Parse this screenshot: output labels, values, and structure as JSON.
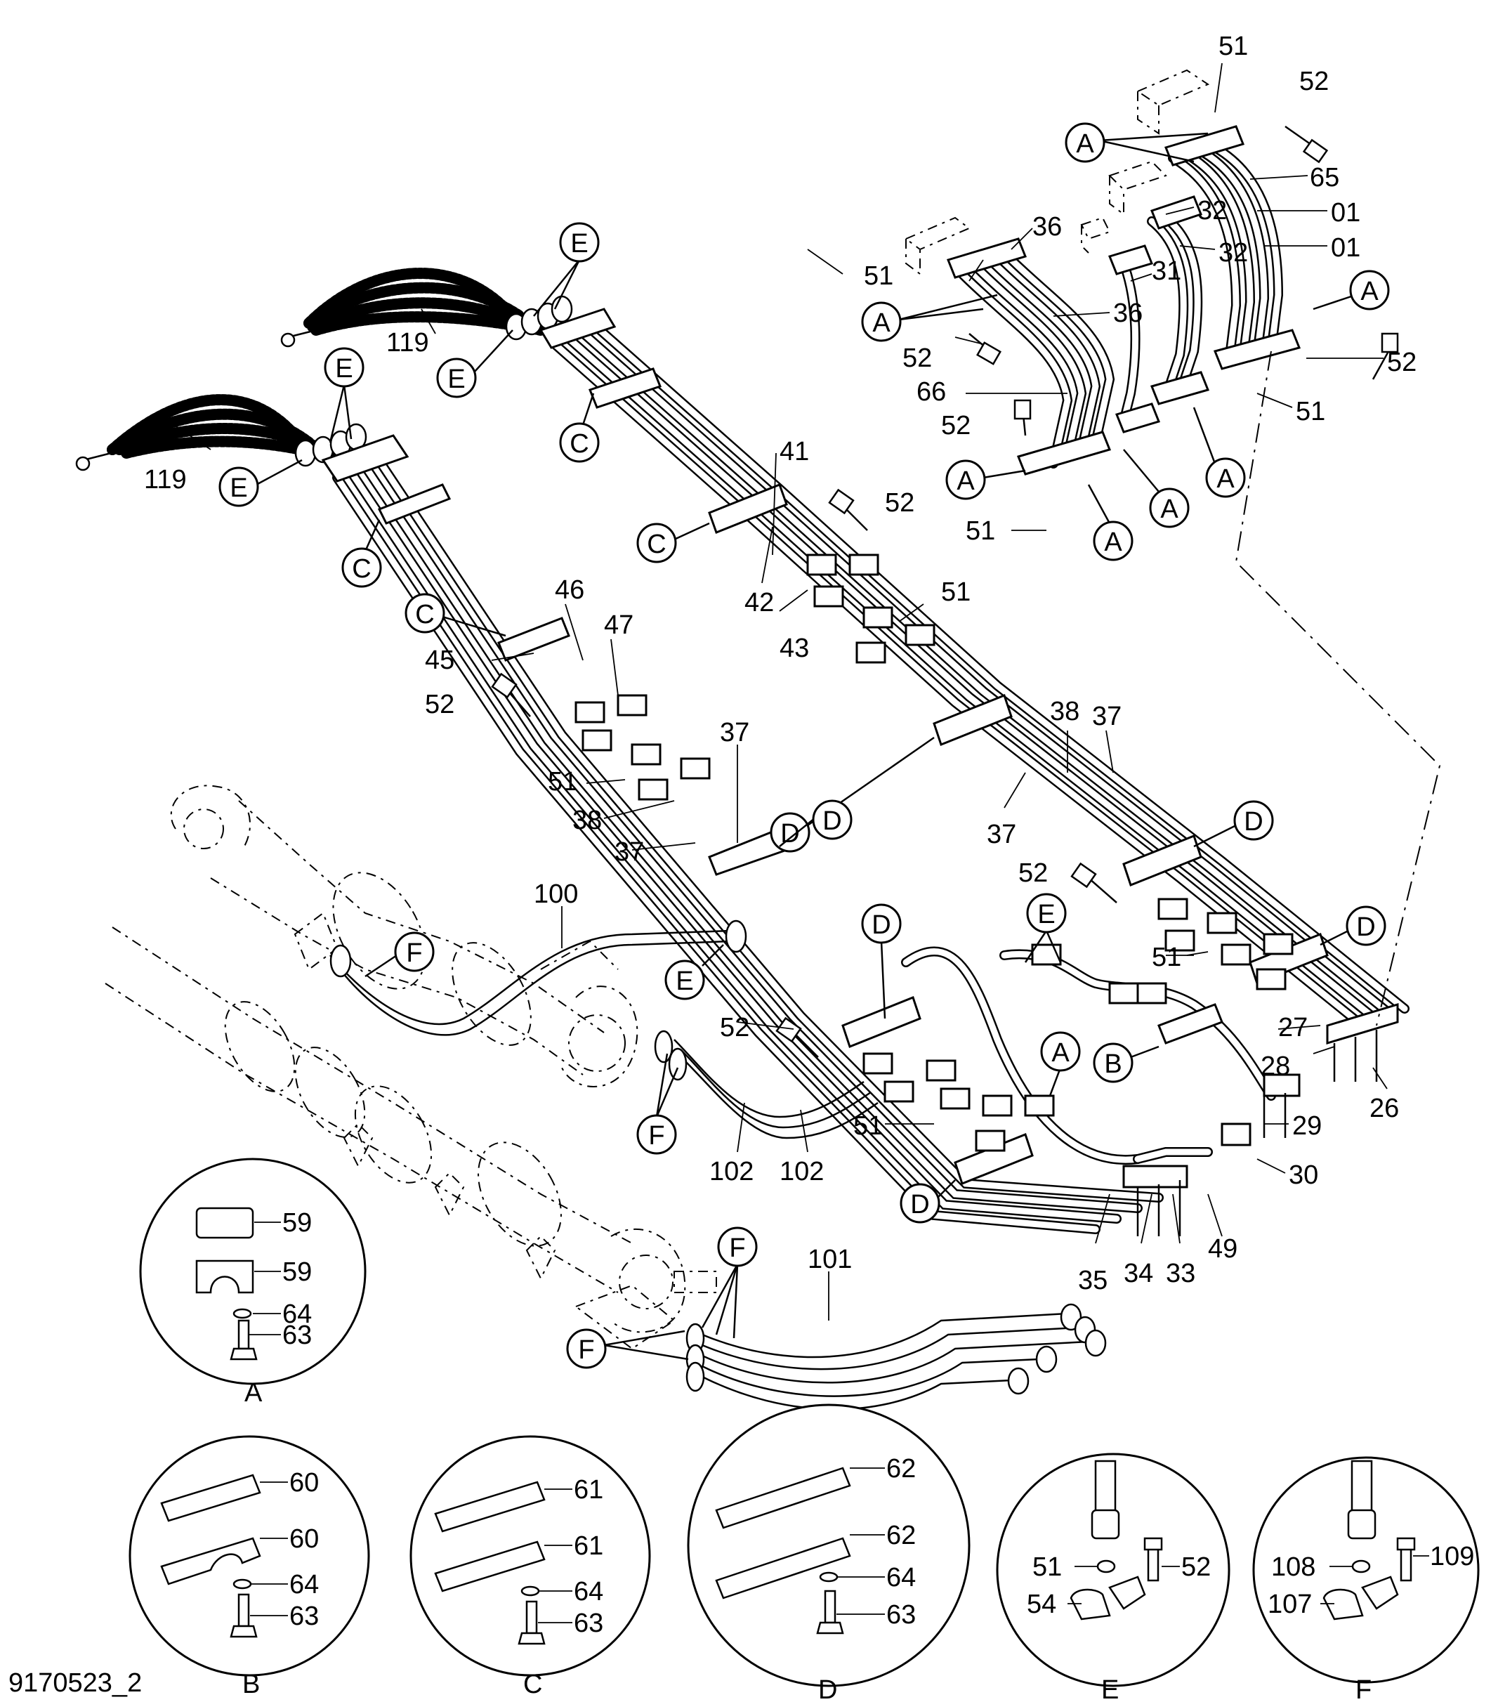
{
  "drawing_id": "9170523_2",
  "part_labels": {
    "p51a": "51",
    "p52a": "52",
    "p65": "65",
    "p01a": "01",
    "p01b": "01",
    "p32a": "32",
    "p32b": "32",
    "p36a": "36",
    "p36b": "36",
    "p31": "31",
    "p51b": "51",
    "p52b": "52",
    "p66": "66",
    "p52c": "52",
    "p52d": "52",
    "p51c": "51",
    "p51d": "51",
    "p119a": "119",
    "p119b": "119",
    "p41": "41",
    "p42": "42",
    "p43": "43",
    "p52e": "52",
    "p51e": "51",
    "p46": "46",
    "p47": "47",
    "p45": "45",
    "p52f": "52",
    "p51f": "51",
    "p37a": "37",
    "p38a": "38",
    "p37b": "37",
    "p38b": "38",
    "p37c": "37",
    "p37d": "37",
    "p52g": "52",
    "p51g": "51",
    "p100": "100",
    "p52h": "52",
    "p102a": "102",
    "p102b": "102",
    "p51h": "51",
    "p27": "27",
    "p28": "28",
    "p26": "26",
    "p29": "29",
    "p30": "30",
    "p49": "49",
    "p35": "35",
    "p34": "34",
    "p33": "33",
    "p101": "101"
  },
  "callouts": {
    "A": "A",
    "B": "B",
    "C": "C",
    "D": "D",
    "E": "E",
    "F": "F"
  },
  "details": {
    "A": {
      "caption": "A",
      "top": "59",
      "mid": "59",
      "washer": "64",
      "bolt": "63"
    },
    "B": {
      "caption": "B",
      "top": "60",
      "mid": "60",
      "washer": "64",
      "bolt": "63"
    },
    "C": {
      "caption": "C",
      "top": "61",
      "mid": "61",
      "washer": "64",
      "bolt": "63"
    },
    "D": {
      "caption": "D",
      "top": "62",
      "mid": "62",
      "washer": "64",
      "bolt": "63"
    },
    "E": {
      "caption": "E",
      "oring": "51",
      "bolt": "52",
      "flange": "54"
    },
    "F": {
      "caption": "F",
      "oring": "108",
      "bolt": "109",
      "flange": "107"
    }
  }
}
